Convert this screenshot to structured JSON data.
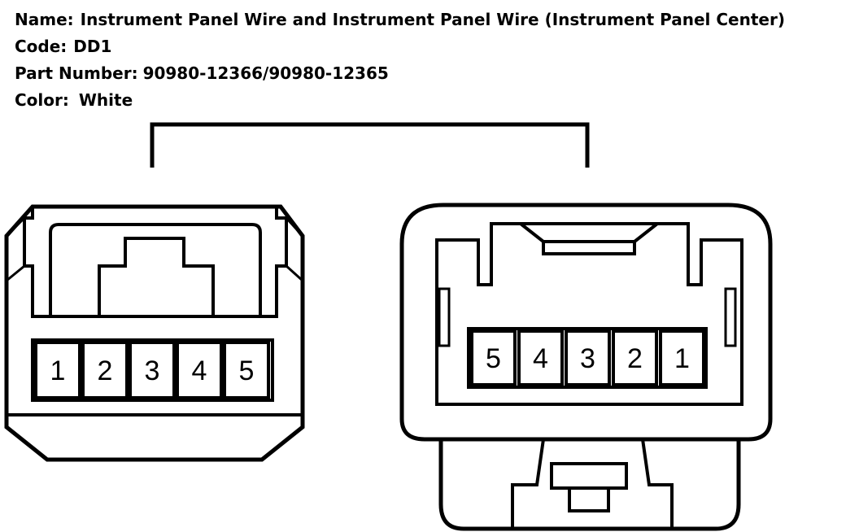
{
  "info": {
    "name_label": "Name:",
    "name_value": "Instrument Panel Wire and Instrument Panel Wire (Instrument Panel Center)",
    "code_label": "Code:",
    "code_value": "DD1",
    "part_label": "Part Number:",
    "part_value": "90980-12366/90980-12365",
    "color_label": "Color:",
    "color_value": "White"
  },
  "connectors": {
    "left": {
      "pins": [
        "1",
        "2",
        "3",
        "4",
        "5"
      ]
    },
    "right": {
      "pins": [
        "5",
        "4",
        "3",
        "2",
        "1"
      ]
    }
  },
  "colors": {
    "stroke": "#000000",
    "background": "#ffffff"
  }
}
